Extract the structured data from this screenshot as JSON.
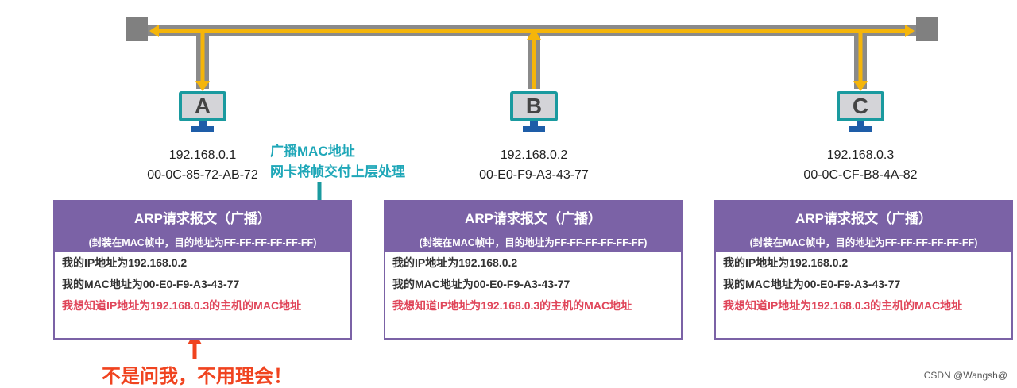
{
  "hosts": [
    {
      "label": "A",
      "ip": "192.168.0.1",
      "mac": "00-0C-85-72-AB-72"
    },
    {
      "label": "B",
      "ip": "192.168.0.2",
      "mac": "00-E0-F9-A3-43-77"
    },
    {
      "label": "C",
      "ip": "192.168.0.3",
      "mac": "00-0C-CF-B8-4A-82"
    }
  ],
  "packet": {
    "title": "ARP请求报文（广播）",
    "subtitle": "(封装在MAC帧中，目的地址为FF-FF-FF-FF-FF-FF)",
    "line1": "我的IP地址为192.168.0.2",
    "line2": "我的MAC地址为00-E0-F9-A3-43-77",
    "line3": "我想知道IP地址为192.168.0.3的主机的MAC地址"
  },
  "annotation": {
    "line1": "广播MAC地址",
    "line2": "网卡将帧交付上层处理"
  },
  "warning": "不是问我，不用理会！",
  "watermark": "CSDN @Wangsh@",
  "colors": {
    "bus": "#8a8a8a",
    "signal": "#f5b50a",
    "purple": "#7b62a6",
    "teal": "#1a9a9f",
    "red": "#f0431f"
  }
}
